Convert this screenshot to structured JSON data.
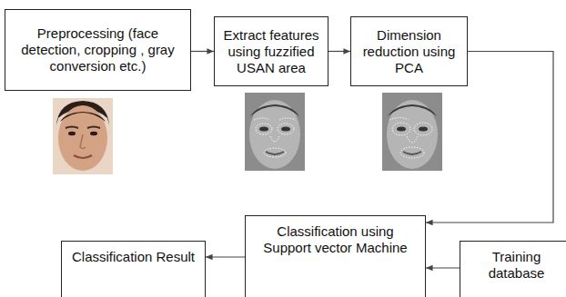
{
  "diagram": {
    "nodes": [
      {
        "text": [
          "Preprocessing (face detection, cropping , gray conversion etc.)"
        ]
      },
      {
        "text": [
          "Extract features using fuzzified USAN area"
        ]
      },
      {
        "text": [
          "Dimension reduction using PCA"
        ]
      },
      {
        "text": [
          "Classification using Support vector Machine"
        ]
      },
      {
        "text": [
          "Classification Result"
        ]
      },
      {
        "text": [
          "Training database"
        ]
      }
    ],
    "edges": [
      {
        "from": 0,
        "to": 1,
        "arrow": "to"
      },
      {
        "from": 1,
        "to": 2,
        "arrow": "to"
      },
      {
        "from": 2,
        "to": 3,
        "arrow": "to"
      },
      {
        "from": 5,
        "to": 3,
        "arrow": "to"
      },
      {
        "from": 3,
        "to": 4,
        "arrow": "to"
      }
    ]
  }
}
